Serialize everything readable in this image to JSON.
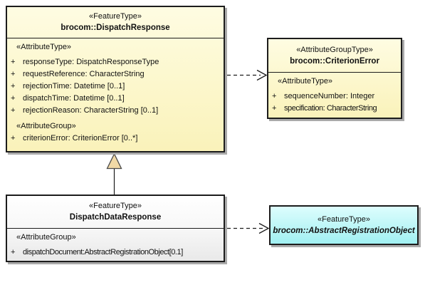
{
  "diagram": {
    "kind": "UML class diagram",
    "background": "#ffffff",
    "colors": {
      "feature_fill": "#fcf7cc",
      "plain_fill": "#f2f2f2",
      "abstract_fill": "#aef2f4",
      "border": "#1c1c1c",
      "shadow": "#aaaaaa",
      "generalization_arrow_fill": "#f1d9a6",
      "connector": "#1c1c1c"
    }
  },
  "boxes": {
    "dispatch_response": {
      "stereotype": "«FeatureType»",
      "name": "brocom::DispatchResponse",
      "sections": [
        {
          "label": "«AttributeType»",
          "items": [
            {
              "vis": "+",
              "text": "responseType: DispatchResponseType"
            },
            {
              "vis": "+",
              "text": "requestReference: CharacterString"
            },
            {
              "vis": "+",
              "text": "rejectionTime: Datetime [0..1]"
            },
            {
              "vis": "+",
              "text": "dispatchTime: Datetime [0..1]"
            },
            {
              "vis": "+",
              "text": "rejectionReason: CharacterString [0..1]"
            }
          ]
        },
        {
          "label": "«AttributeGroup»",
          "items": [
            {
              "vis": "+",
              "text": "criterionError: CriterionError [0..*]"
            }
          ]
        }
      ]
    },
    "criterion_error": {
      "stereotype": "«AttributeGroupType»",
      "name": "brocom::CriterionError",
      "sections": [
        {
          "label": "«AttributeType»",
          "items": [
            {
              "vis": "+",
              "text": "sequenceNumber: Integer"
            },
            {
              "vis": "+",
              "text": "specification: CharacterString"
            }
          ]
        }
      ]
    },
    "dispatch_data_response": {
      "stereotype": "«FeatureType»",
      "name": "DispatchDataResponse",
      "sections": [
        {
          "label": "«AttributeGroup»",
          "items": [
            {
              "vis": "+",
              "text": "dispatchDocument:AbstractRegistrationObject[0.1]"
            }
          ]
        }
      ]
    },
    "abstract_registration_object": {
      "stereotype": "«FeatureType»",
      "name": "brocom::AbstractRegistrationObject"
    }
  },
  "connectors": [
    {
      "type": "generalization",
      "from": "DispatchDataResponse",
      "to": "brocom::DispatchResponse"
    },
    {
      "type": "dependency",
      "from": "brocom::DispatchResponse",
      "to": "brocom::CriterionError"
    },
    {
      "type": "dependency",
      "from": "DispatchDataResponse",
      "to": "brocom::AbstractRegistrationObject"
    }
  ]
}
